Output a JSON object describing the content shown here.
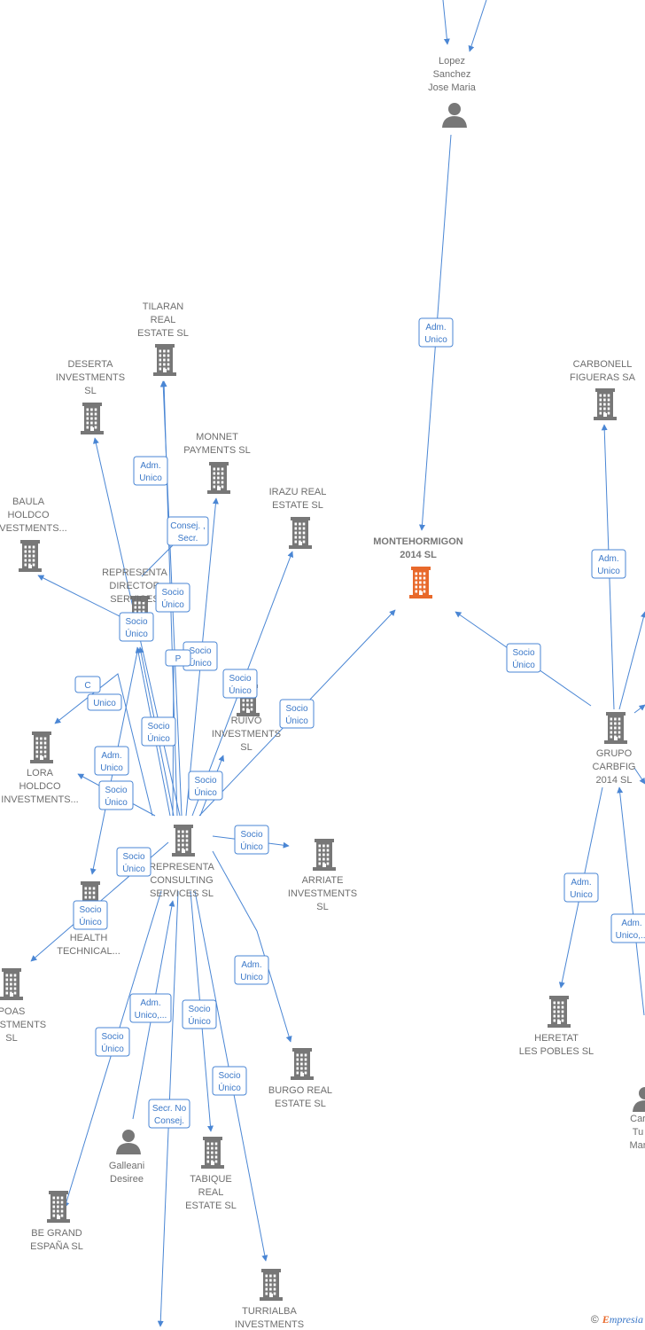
{
  "colors": {
    "edge": "#4a86d4",
    "node_icon": "#777777",
    "focus_icon": "#e8692b",
    "label_text": "#6e6e6e"
  },
  "nodes": [
    {
      "id": "lopez",
      "type": "person",
      "lines": [
        "Lopez",
        "Sanchez",
        "Jose Maria"
      ]
    },
    {
      "id": "montehormigon",
      "type": "company",
      "focus": true,
      "lines": [
        "MONTEHORMIGON",
        "2014  SL"
      ]
    },
    {
      "id": "carbonell",
      "type": "company",
      "lines": [
        "CARBONELL",
        "FIGUERAS SA"
      ]
    },
    {
      "id": "grupo_carbfig",
      "type": "company",
      "lines": [
        "GRUPO",
        "CARBFIG",
        "2014  SL"
      ]
    },
    {
      "id": "heretat",
      "type": "company",
      "lines": [
        "HERETAT",
        "LES POBLES SL"
      ]
    },
    {
      "id": "cartu",
      "type": "person",
      "lines": [
        "Car",
        "Tu",
        "Mar"
      ]
    },
    {
      "id": "tilaran",
      "type": "company",
      "lines": [
        "TILARAN",
        "REAL",
        "ESTATE  SL"
      ]
    },
    {
      "id": "deserta",
      "type": "company",
      "lines": [
        "DESERTA",
        "INVESTMENTS",
        "SL"
      ]
    },
    {
      "id": "monnet",
      "type": "company",
      "lines": [
        "MONNET",
        "PAYMENTS  SL"
      ]
    },
    {
      "id": "irazu",
      "type": "company",
      "lines": [
        "IRAZU REAL",
        "ESTATE  SL"
      ]
    },
    {
      "id": "baula",
      "type": "company",
      "lines": [
        "BAULA",
        "HOLDCO",
        "INVESTMENTS..."
      ]
    },
    {
      "id": "representa_dir",
      "type": "company",
      "lines": [
        "REPRESENTA",
        "DIRECTOR",
        "SERVICES"
      ]
    },
    {
      "id": "ruivo",
      "type": "company",
      "lines": [
        "RUIVO",
        "INVESTMENTS",
        "SL"
      ]
    },
    {
      "id": "lora",
      "type": "company",
      "lines": [
        "LORA",
        "HOLDCO",
        "INVESTMENTS..."
      ]
    },
    {
      "id": "representa_cons",
      "type": "company",
      "lines": [
        "REPRESENTA",
        "CONSULTING",
        "SERVICES  SL"
      ]
    },
    {
      "id": "arriate",
      "type": "company",
      "lines": [
        "ARRIATE",
        "INVESTMENTS",
        "SL"
      ]
    },
    {
      "id": "health",
      "type": "company",
      "lines": [
        "HEALTH",
        "TECHNICAL..."
      ]
    },
    {
      "id": "poas",
      "type": "company",
      "lines": [
        "POAS",
        "INVESTMENTS",
        "SL"
      ]
    },
    {
      "id": "burgo",
      "type": "company",
      "lines": [
        "BURGO REAL",
        "ESTATE  SL"
      ]
    },
    {
      "id": "galleani",
      "type": "person",
      "lines": [
        "Galleani",
        "Desiree"
      ]
    },
    {
      "id": "tabique",
      "type": "company",
      "lines": [
        "TABIQUE",
        "REAL",
        "ESTATE  SL"
      ]
    },
    {
      "id": "be_grand",
      "type": "company",
      "lines": [
        "BE GRAND",
        "ESPAÑA  SL"
      ]
    },
    {
      "id": "turrialba",
      "type": "company",
      "lines": [
        "TURRIALBA",
        "INVESTMENTS"
      ]
    }
  ],
  "edge_labels": [
    [
      "Adm.",
      "Unico"
    ],
    [
      "Socio",
      "Único"
    ],
    [
      "Adm.",
      "Unico"
    ],
    [
      "Adm.",
      "Unico"
    ],
    [
      "Adm.",
      "Unico,..."
    ],
    [
      "Adm.",
      "Unico"
    ],
    [
      "Consej. ,",
      "Secr."
    ],
    [
      "Socio",
      "Único"
    ],
    [
      "Socio",
      "Único"
    ],
    [
      "Socio",
      "Único"
    ],
    [
      "Socio",
      "Único"
    ],
    [
      "Socio",
      "Único"
    ],
    [
      "Socio",
      "Único"
    ],
    [
      "Adm.",
      "Unico"
    ],
    [
      "Socio",
      "Único"
    ],
    [
      "Socio",
      "Único"
    ],
    [
      "Socio",
      "Único"
    ],
    [
      "Socio",
      "Único"
    ],
    [
      "Socio",
      "Único"
    ],
    [
      "Adm.",
      "Unico"
    ],
    [
      "Adm.",
      "Unico,..."
    ],
    [
      "Socio",
      "Único"
    ],
    [
      "Socio",
      "Único"
    ],
    [
      "Socio",
      "Único"
    ],
    [
      "Secr.  No",
      "Consej."
    ],
    [
      "C"
    ],
    [
      "P"
    ],
    [
      "Unico"
    ]
  ],
  "branding": {
    "copyright": "©",
    "brand_initial": "E",
    "brand_rest": "mpresia"
  }
}
